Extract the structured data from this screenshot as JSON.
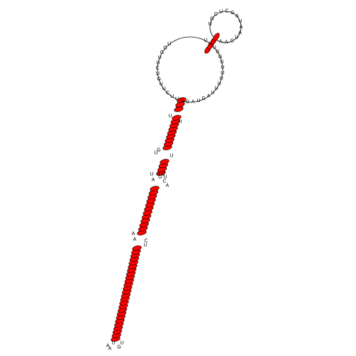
{
  "structure": {
    "type": "RNA secondary structure",
    "pair_color": "#ff0000",
    "backbone_color": "#000000",
    "background_color": "#ffffff",
    "visible_bases": [
      "U",
      "G",
      "C",
      "U",
      "C",
      "G",
      "A",
      "U",
      "A",
      "A",
      "U",
      "C",
      "A",
      "A",
      "U",
      "G",
      "G",
      "U",
      "U",
      "C",
      "U",
      "G",
      "U",
      "U",
      "C",
      "U",
      "U",
      "U",
      "G",
      "A",
      "U",
      "G",
      "A",
      "U",
      "U",
      "U",
      "U",
      "U",
      "U",
      "U",
      "G",
      "G",
      "U",
      "U",
      "U",
      "U",
      "U",
      "G",
      "U",
      "U",
      "C",
      "A",
      "C",
      "A",
      "U",
      "G",
      "A",
      "A",
      "U",
      "U",
      "U",
      "G",
      "A",
      "A",
      "U",
      "G",
      "C"
    ]
  }
}
